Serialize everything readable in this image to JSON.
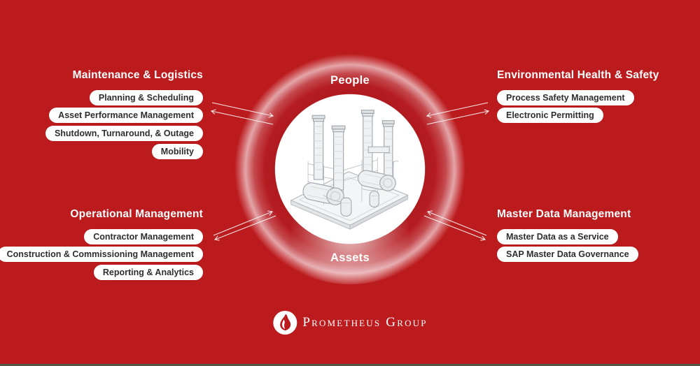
{
  "colors": {
    "background": "#bc1b1e",
    "ring_red": "#b01a1f",
    "pill_text": "#2e2e2e",
    "heading_text": "#ffffff",
    "footer_bar": "#4d5845"
  },
  "center": {
    "top_label": "People",
    "bottom_label": "Assets",
    "illustration": "industrial-plant-sketch"
  },
  "quadrants": [
    {
      "id": "maintenance-logistics",
      "title": "Maintenance & Logistics",
      "align": "right",
      "items": [
        "Planning & Scheduling",
        "Asset Performance Management",
        "Shutdown, Turnaround, & Outage",
        "Mobility"
      ]
    },
    {
      "id": "environmental-health-safety",
      "title": "Environmental Health & Safety",
      "align": "left",
      "items": [
        "Process Safety Management",
        "Electronic Permitting"
      ]
    },
    {
      "id": "operational-management",
      "title": "Operational Management",
      "align": "right",
      "items": [
        "Contractor Management",
        "Construction & Commissioning Management",
        "Reporting & Analytics"
      ]
    },
    {
      "id": "master-data-management",
      "title": "Master Data Management",
      "align": "left",
      "items": [
        "Master Data as a Service",
        "SAP Master Data Governance"
      ]
    }
  ],
  "icons": {
    "flame": "flame-icon",
    "arrows": "double-direction-arrows"
  },
  "logo": {
    "text": "Prometheus Group"
  }
}
